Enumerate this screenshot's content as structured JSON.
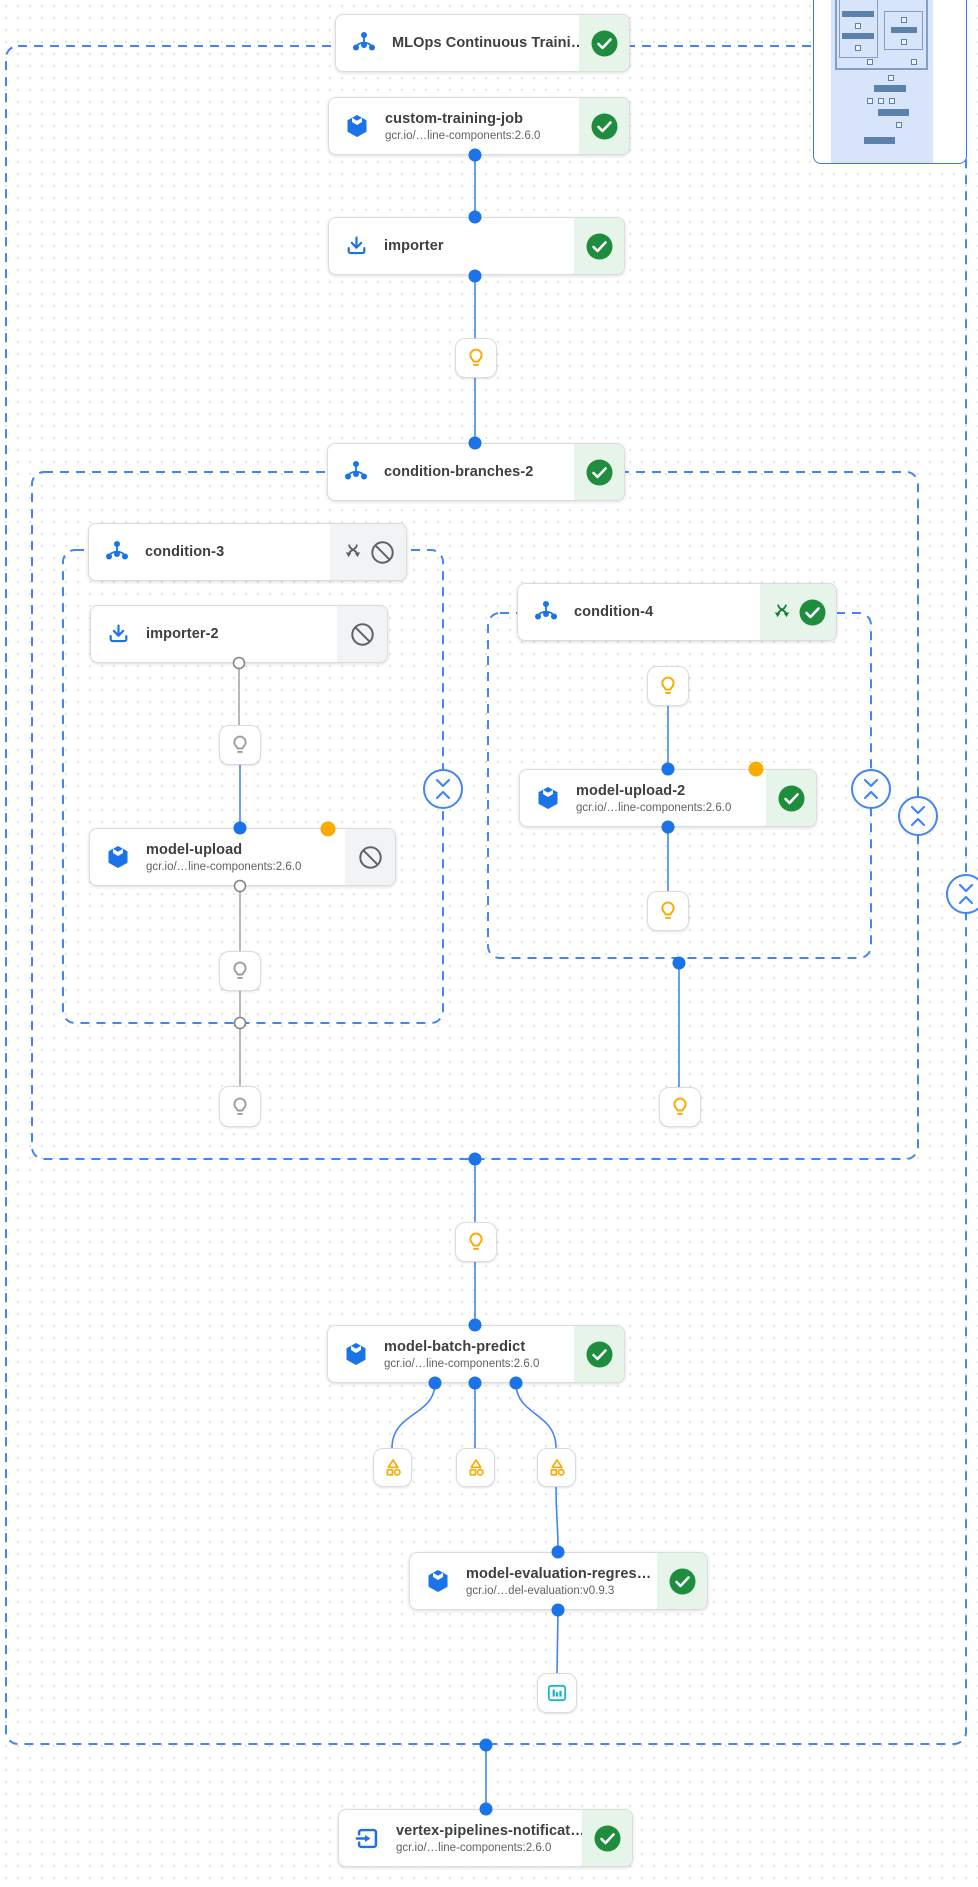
{
  "nodes": [
    {
      "id": "mlops-pipeline",
      "title": "MLOps Continuous Traini…",
      "icon": "condition-icon",
      "status": "succeeded"
    },
    {
      "id": "custom-training-job",
      "title": "custom-training-job",
      "subtitle": "gcr.io/…line-components:2.6.0",
      "icon": "component-cube-icon",
      "status": "succeeded"
    },
    {
      "id": "importer",
      "title": "importer",
      "icon": "importer-icon",
      "status": "succeeded"
    },
    {
      "id": "condition-branches-2",
      "title": "condition-branches-2",
      "icon": "condition-icon",
      "status": "succeeded"
    },
    {
      "id": "condition-3",
      "title": "condition-3",
      "icon": "condition-icon",
      "status": "skipped",
      "badges": [
        "branch-not-taken-icon",
        "skipped-icon"
      ]
    },
    {
      "id": "importer-2",
      "title": "importer-2",
      "icon": "importer-icon",
      "status": "skipped",
      "badges": [
        "skipped-icon"
      ]
    },
    {
      "id": "model-upload",
      "title": "model-upload",
      "subtitle": "gcr.io/…line-components:2.6.0",
      "icon": "component-cube-icon",
      "status": "skipped",
      "badges": [
        "skipped-icon"
      ],
      "yellow_marker": true
    },
    {
      "id": "condition-4",
      "title": "condition-4",
      "icon": "condition-icon",
      "status": "succeeded",
      "badges": [
        "branch-taken-icon",
        "success-check-icon"
      ]
    },
    {
      "id": "model-upload-2",
      "title": "model-upload-2",
      "subtitle": "gcr.io/…line-components:2.6.0",
      "icon": "component-cube-icon",
      "status": "succeeded",
      "yellow_marker": true
    },
    {
      "id": "model-batch-predict",
      "title": "model-batch-predict",
      "subtitle": "gcr.io/…line-components:2.6.0",
      "icon": "component-cube-icon",
      "status": "succeeded"
    },
    {
      "id": "model-evaluation-regression",
      "title": "model-evaluation-regres…",
      "subtitle": "gcr.io/…del-evaluation:v0.9.3",
      "icon": "component-cube-icon",
      "status": "succeeded"
    },
    {
      "id": "vertex-pipelines-notification",
      "title": "vertex-pipelines-notificat…",
      "subtitle": "gcr.io/…line-components:2.6.0",
      "icon": "exit-to-app-icon",
      "status": "succeeded"
    }
  ],
  "glyph_nodes": [
    {
      "id": "exit-handler-bulb-main",
      "icon": "lightbulb-icon",
      "variant": "yellow"
    },
    {
      "id": "exit-handler-bulb-c3-a",
      "icon": "lightbulb-icon",
      "variant": "gray"
    },
    {
      "id": "exit-handler-bulb-c3-b",
      "icon": "lightbulb-icon",
      "variant": "gray"
    },
    {
      "id": "exit-handler-bulb-c3-exit",
      "icon": "lightbulb-icon",
      "variant": "gray"
    },
    {
      "id": "exit-handler-bulb-c4-a",
      "icon": "lightbulb-icon",
      "variant": "yellow"
    },
    {
      "id": "exit-handler-bulb-c4-b",
      "icon": "lightbulb-icon",
      "variant": "yellow"
    },
    {
      "id": "exit-handler-bulb-c4-exit",
      "icon": "lightbulb-icon",
      "variant": "yellow"
    },
    {
      "id": "exit-handler-bulb-main-2",
      "icon": "lightbulb-icon",
      "variant": "yellow"
    },
    {
      "id": "artifact-1",
      "icon": "artifact-icon",
      "variant": "yellow"
    },
    {
      "id": "artifact-2",
      "icon": "artifact-icon",
      "variant": "yellow"
    },
    {
      "id": "artifact-3",
      "icon": "artifact-icon",
      "variant": "yellow"
    },
    {
      "id": "metrics-artifact",
      "icon": "metrics-chart-icon",
      "variant": "teal"
    }
  ],
  "containers": [
    "pipeline-root",
    "condition-branches-2",
    "condition-3",
    "condition-4"
  ],
  "controls": {
    "collapse_buttons": 4,
    "collapse_icon": "unfold-less-icon"
  },
  "minimap": {
    "present": true,
    "viewport_color": "#d7e4fa"
  },
  "colors": {
    "dashed_border_blue": "#4285f4",
    "edge_blue": "#4285f4",
    "dot_blue": "#1a73e8",
    "edge_gray": "#9aa0a6",
    "success_green": "#1e8e3e",
    "success_bg": "#e6f4ea",
    "skipped_bg": "#f1f3f4",
    "skipped_icon_gray": "#5f6368",
    "warning_yellow": "#f9ab00",
    "metrics_teal": "#12b5cb",
    "icon_blue": "#1a73e8"
  }
}
